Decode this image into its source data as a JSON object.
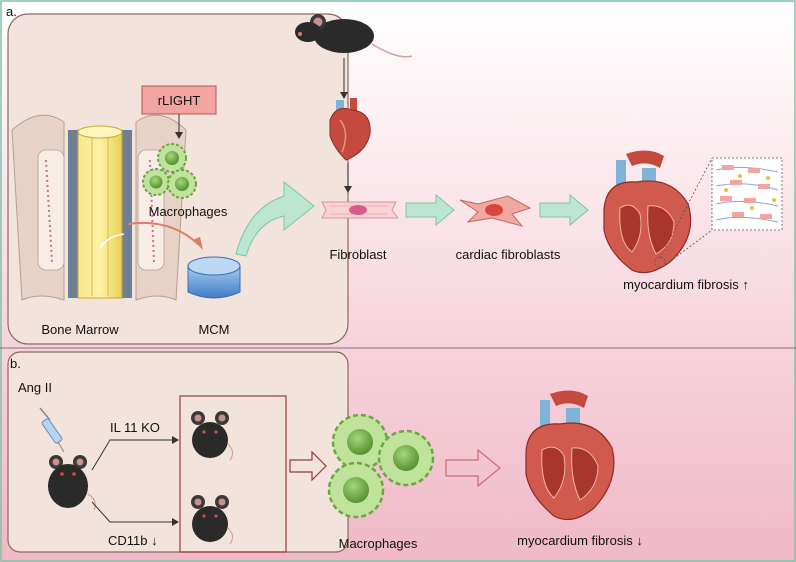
{
  "panel_a": {
    "label": "a.",
    "rlight": "rLIGHT",
    "macrophages": "Macrophages",
    "bone_marrow": "Bone Marrow",
    "mcm": "MCM",
    "fibroblast": "Fibroblast",
    "cardiac_fibroblasts": "cardiac fibroblasts",
    "outcome": "myocardium fibrosis ↑"
  },
  "panel_b": {
    "label": "b.",
    "ang_ii": "Ang II",
    "il11_ko": "IL 11 KO",
    "cd11b": "CD11b ↓",
    "macrophages": "Macrophages",
    "outcome": "myocardium fibrosis ↓"
  },
  "colors": {
    "bg_top": "#ffffff",
    "bg_pink": "#f3c3cf",
    "box_fill": "#f2e4dc",
    "box_stroke": "#8a6a60",
    "rlight_fill": "#f3a3a0",
    "macrophage_green": "#9ccf6a",
    "arrow_mint": "#bde6d2",
    "heart_red": "#c44a3f",
    "vessel_blue": "#7fb4d9",
    "mcm_blue": "#5b93d6",
    "mouse_dark": "#2a2a2a"
  }
}
